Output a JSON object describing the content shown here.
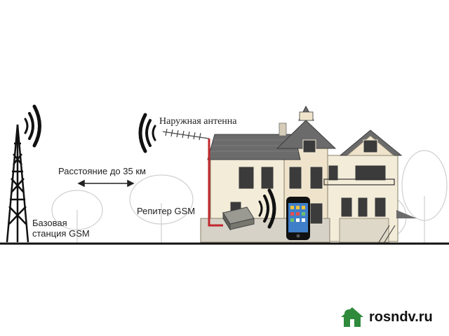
{
  "labels": {
    "outdoor_antenna": "Наружная антенна",
    "distance": "Расстояние до 35 км",
    "repeater": "Репитер GSM",
    "base_station_line1": "Базовая",
    "base_station_line2": "станция GSM"
  },
  "brand": {
    "text": "rosndv.ru"
  },
  "colors": {
    "cable": "#c0282c",
    "ground": "#111111",
    "roof": "#6b6b6b",
    "wall": "#f3ecd9",
    "brand_house": "#2f8a3c"
  }
}
